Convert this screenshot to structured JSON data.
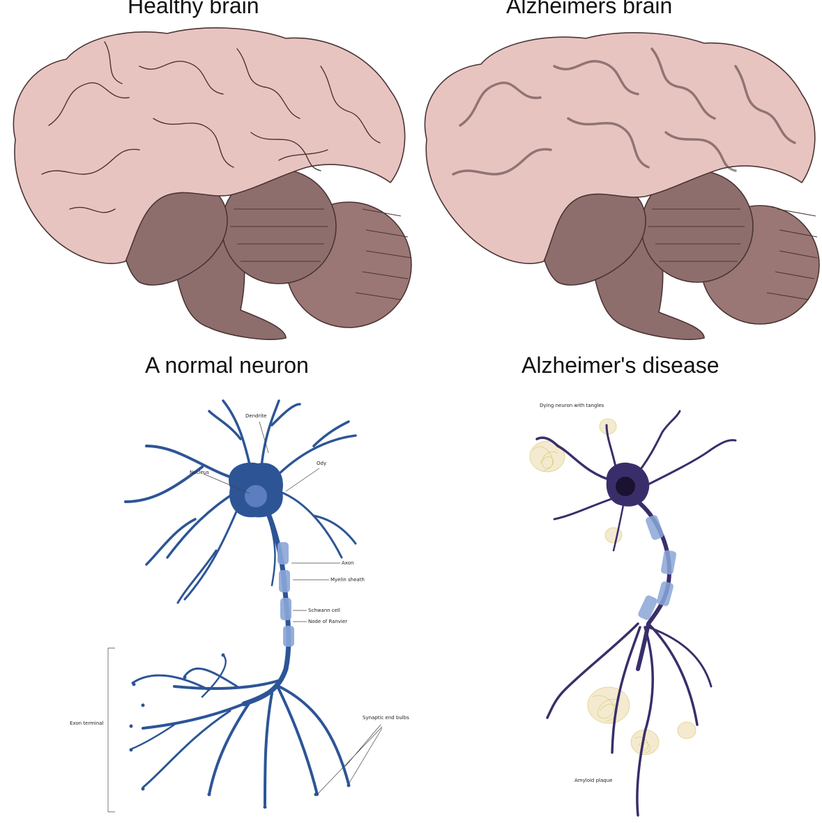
{
  "titles": {
    "healthy_brain": "Healthy brain",
    "alz_brain": "Alzheimers brain",
    "normal_neuron": "A normal neuron",
    "alz_disease": "Alzheimer's disease"
  },
  "normal_labels": {
    "dendrite": "Dendrite",
    "body": "Ody",
    "nucleus": "Nucleus",
    "axon": "Axon",
    "myelin": "Myelin sheath",
    "schwann": "Schwann cell",
    "ranvier": "Node of Ranvier",
    "exon": "Exon terminal",
    "synaptic": "Synaptic end bulbs"
  },
  "alz_labels": {
    "dying": "Dying neuron with tangles",
    "plaque": "Amyloid plaque"
  },
  "colors": {
    "cortex": "#e8c4c1",
    "cortex_shade": "#c79e9c",
    "stem": "#8e6e6d",
    "cerebellum": "#9a7774",
    "outline": "#4a3434",
    "neuron_normal": "#2d5596",
    "neuron_alz": "#3a2e6a",
    "myelin": "#8aa6d8",
    "plaque": "#e9d98a"
  }
}
